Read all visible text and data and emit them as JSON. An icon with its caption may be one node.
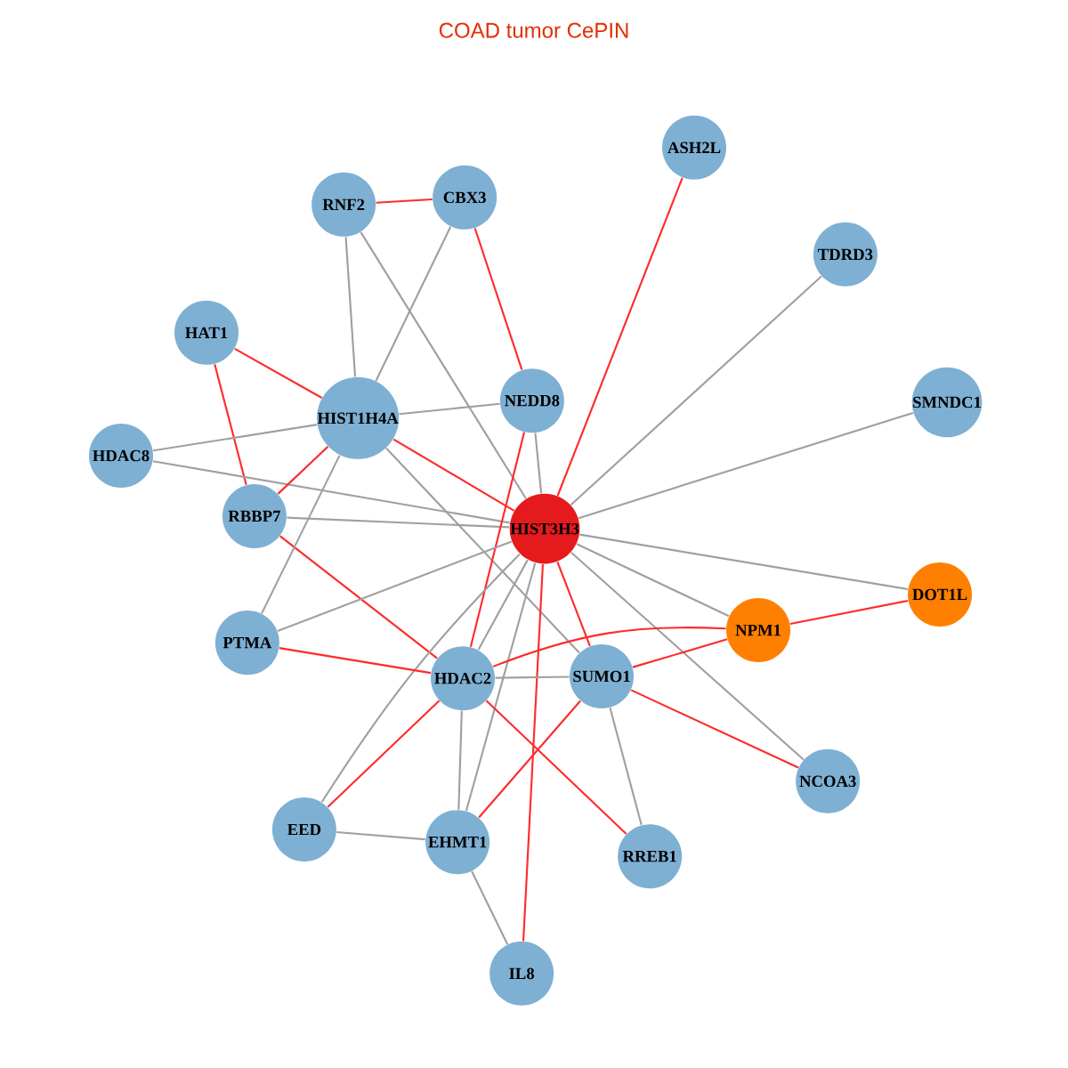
{
  "diagram": {
    "title": "COAD tumor CePIN",
    "nodes": [
      {
        "text": [
          "ASH2L"
        ]
      },
      {
        "text": [
          "RNF2"
        ]
      },
      {
        "text": [
          "CBX3"
        ]
      },
      {
        "text": [
          "TDRD3"
        ]
      },
      {
        "text": [
          "HAT1"
        ]
      },
      {
        "text": [
          "NEDD8"
        ]
      },
      {
        "text": [
          "SMNDC1"
        ]
      },
      {
        "text": [
          "HIST1H4A"
        ]
      },
      {
        "text": [
          "HDAC8"
        ]
      },
      {
        "text": [
          "RBBP7"
        ]
      },
      {
        "text": [
          "HIST3H3"
        ]
      },
      {
        "text": [
          "DOT1L"
        ]
      },
      {
        "text": [
          "NPM1"
        ]
      },
      {
        "text": [
          "PTMA"
        ]
      },
      {
        "text": [
          "HDAC2"
        ]
      },
      {
        "text": [
          "SUMO1"
        ]
      },
      {
        "text": [
          "NCOA3"
        ]
      },
      {
        "text": [
          "EED"
        ]
      },
      {
        "text": [
          "EHMT1"
        ]
      },
      {
        "text": [
          "RREB1"
        ]
      },
      {
        "text": [
          "IL8"
        ]
      }
    ],
    "edges": [
      {
        "from": 1,
        "to": 2,
        "arrow": "none",
        "color": "#ff2a2a"
      },
      {
        "from": 2,
        "to": 5,
        "arrow": "none",
        "color": "#ff2a2a"
      },
      {
        "from": 2,
        "to": 7,
        "arrow": "none"
      },
      {
        "from": 1,
        "to": 7,
        "arrow": "none"
      },
      {
        "from": 1,
        "to": 10,
        "arrow": "none"
      },
      {
        "from": 4,
        "to": 7,
        "arrow": "none",
        "color": "#ff2a2a"
      },
      {
        "from": 4,
        "to": 9,
        "arrow": "none",
        "color": "#ff2a2a"
      },
      {
        "from": 7,
        "to": 5,
        "arrow": "none"
      },
      {
        "from": 8,
        "to": 7,
        "arrow": "none"
      },
      {
        "from": 8,
        "to": 10,
        "arrow": "none"
      },
      {
        "from": 9,
        "to": 7,
        "arrow": "none",
        "color": "#ff2a2a"
      },
      {
        "from": 9,
        "to": 10,
        "arrow": "none"
      },
      {
        "from": 9,
        "to": 14,
        "arrow": "none",
        "color": "#ff2a2a"
      },
      {
        "from": 7,
        "to": 13,
        "arrow": "none"
      },
      {
        "from": 7,
        "to": 10,
        "arrow": "none",
        "color": "#ff2a2a"
      },
      {
        "from": 7,
        "to": 15,
        "arrow": "none"
      },
      {
        "from": 5,
        "to": 10,
        "arrow": "none"
      },
      {
        "from": 5,
        "to": 14,
        "arrow": "none",
        "color": "#ff2a2a"
      },
      {
        "from": 0,
        "to": 10,
        "arrow": "none",
        "color": "#ff2a2a"
      },
      {
        "from": 3,
        "to": 10,
        "arrow": "none"
      },
      {
        "from": 6,
        "to": 10,
        "arrow": "none"
      },
      {
        "from": 10,
        "to": 11,
        "arrow": "none"
      },
      {
        "from": 10,
        "to": 12,
        "arrow": "none"
      },
      {
        "from": 10,
        "to": 16,
        "arrow": "none"
      },
      {
        "from": 10,
        "to": 15,
        "arrow": "none",
        "color": "#ff2a2a"
      },
      {
        "from": 10,
        "to": 13,
        "arrow": "none"
      },
      {
        "from": 10,
        "to": 14,
        "arrow": "none"
      },
      {
        "from": 10,
        "to": 18,
        "arrow": "none"
      },
      {
        "from": 10,
        "to": 17,
        "arrow": "none"
      },
      {
        "from": 10,
        "to": 20,
        "arrow": "none",
        "color": "#ff2a2a"
      },
      {
        "from": 14,
        "to": 15,
        "arrow": "none"
      },
      {
        "from": 14,
        "to": 12,
        "arrow": "none",
        "color": "#ff2a2a"
      },
      {
        "from": 15,
        "to": 12,
        "arrow": "none",
        "color": "#ff2a2a"
      },
      {
        "from": 12,
        "to": 11,
        "arrow": "none",
        "color": "#ff2a2a"
      },
      {
        "from": 15,
        "to": 16,
        "arrow": "none",
        "color": "#ff2a2a"
      },
      {
        "from": 15,
        "to": 18,
        "arrow": "none",
        "color": "#ff2a2a"
      },
      {
        "from": 15,
        "to": 19,
        "arrow": "none"
      },
      {
        "from": 13,
        "to": 14,
        "arrow": "none",
        "color": "#ff2a2a"
      },
      {
        "from": 14,
        "to": 18,
        "arrow": "none"
      },
      {
        "from": 14,
        "to": 19,
        "arrow": "none",
        "color": "#ff2a2a"
      },
      {
        "from": 14,
        "to": 17,
        "arrow": "none",
        "color": "#ff2a2a"
      },
      {
        "from": 17,
        "to": 18,
        "arrow": "none"
      },
      {
        "from": 18,
        "to": 20,
        "arrow": "none"
      }
    ]
  }
}
